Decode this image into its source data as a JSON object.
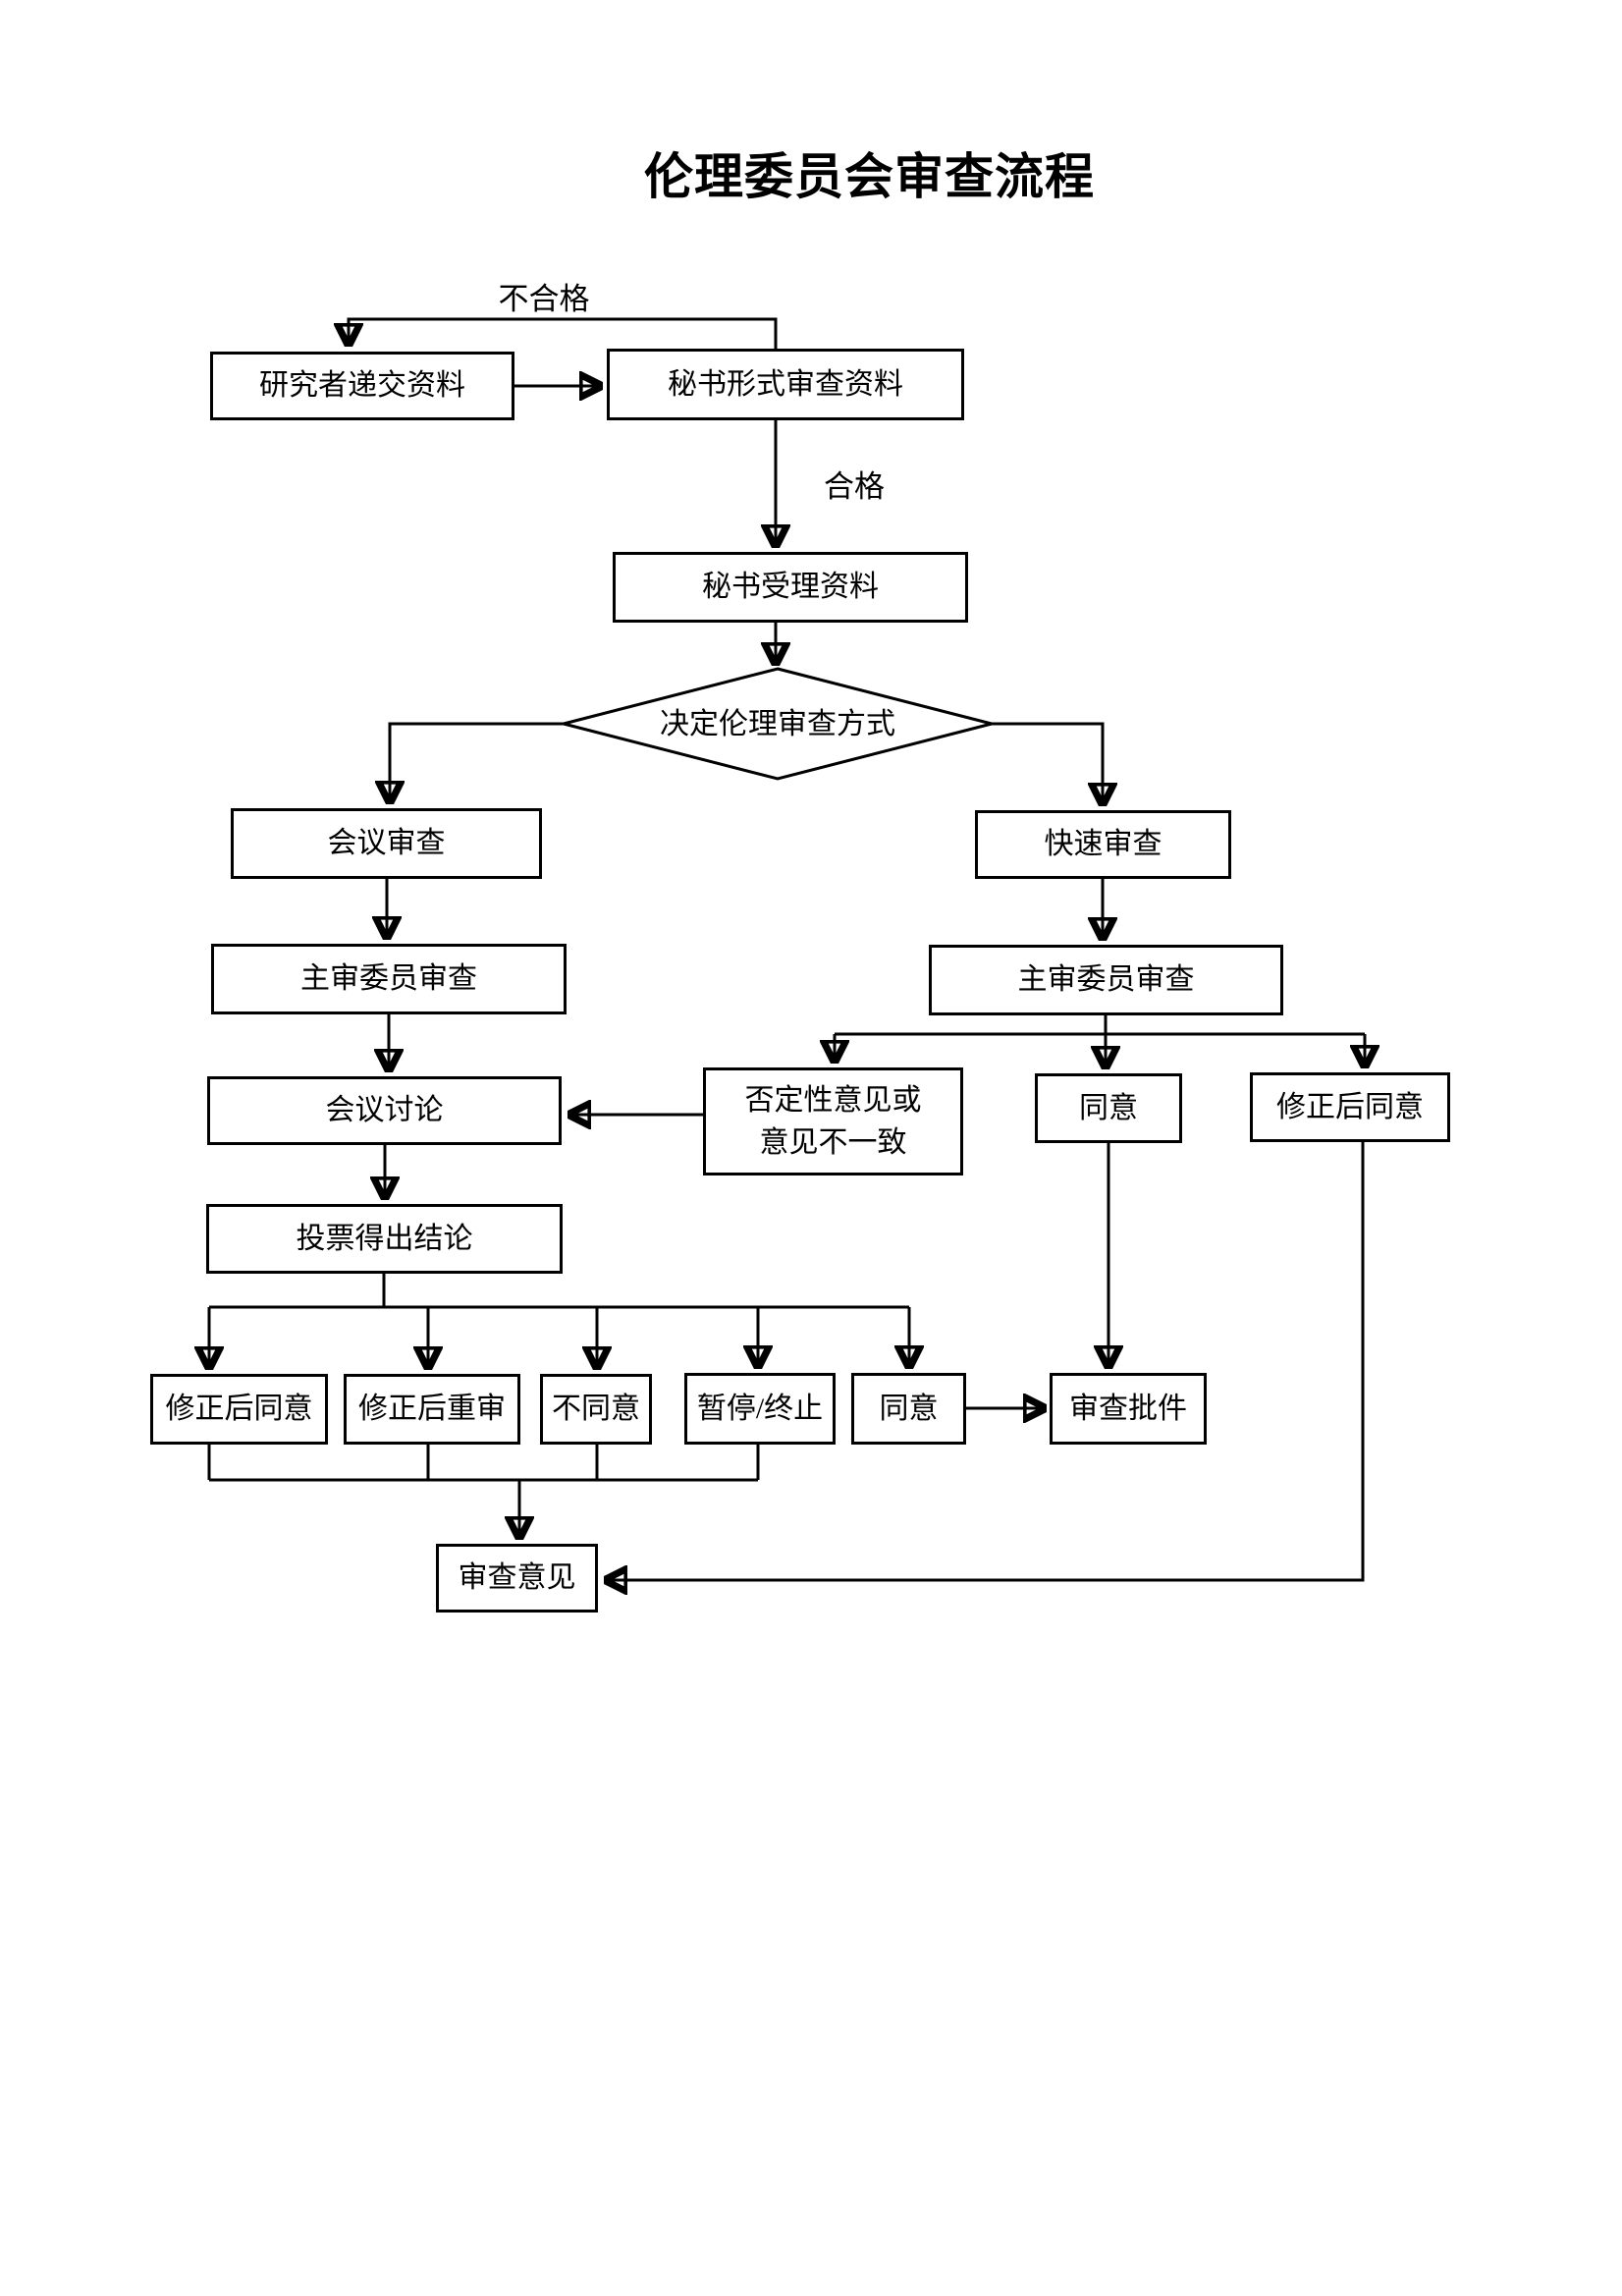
{
  "page": {
    "title": "伦理委员会审查流程",
    "background_color": "#ffffff",
    "line_color": "#000000"
  },
  "edge_labels": {
    "unqualified": "不合格",
    "qualified": "合格"
  },
  "nodes": {
    "researcher_submit": "研究者递交资料",
    "secretary_formal_review": "秘书形式审查资料",
    "secretary_accept": "秘书受理资料",
    "decide_review_method": "决定伦理审查方式",
    "meeting_review": "会议审查",
    "rapid_review": "快速审查",
    "chief_reviewer_review_left": "主审委员审查",
    "chief_reviewer_review_right": "主审委员审查",
    "meeting_discussion": "会议讨论",
    "negative_opinion": {
      "line1": "否定性意见或",
      "line2": "意见不一致"
    },
    "agree_upper": "同意",
    "revised_agree_upper": "修正后同意",
    "vote_conclusion": "投票得出结论",
    "revised_agree_lower": "修正后同意",
    "revised_rereview": "修正后重审",
    "disagree": "不同意",
    "suspend_terminate": "暂停/终止",
    "agree_lower": "同意",
    "review_approval": "审查批件",
    "review_opinion": "审查意见"
  }
}
